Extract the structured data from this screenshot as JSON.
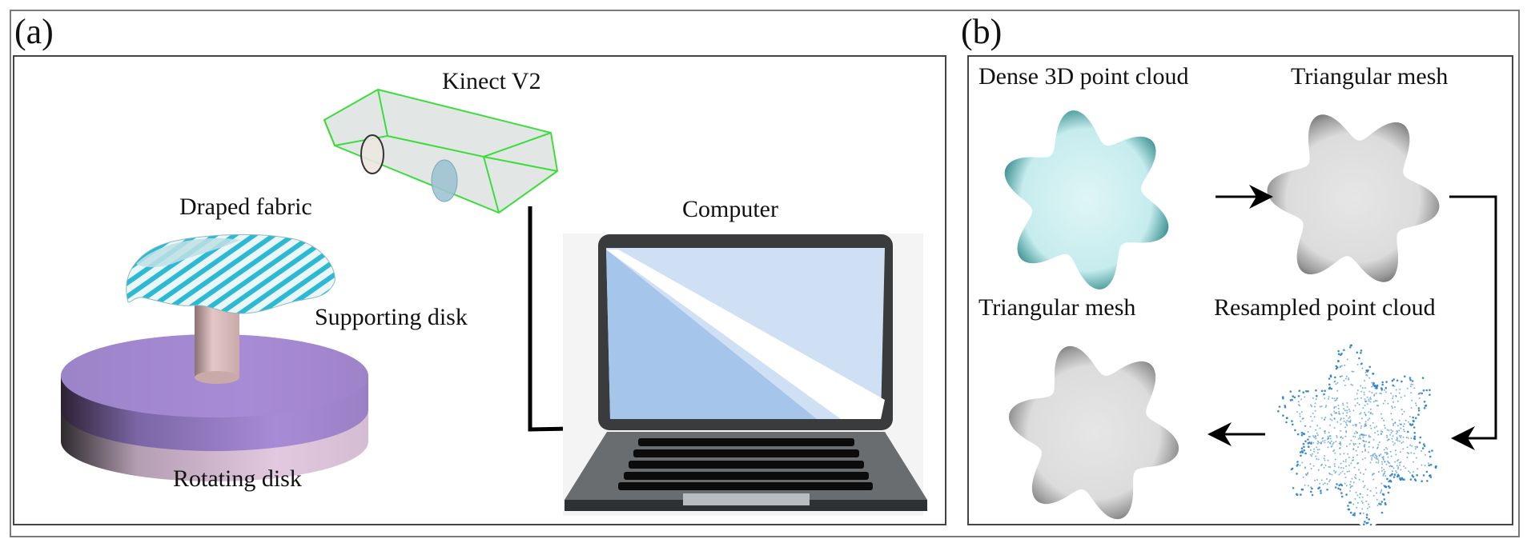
{
  "panels": {
    "a": {
      "label": "(a)",
      "captions": {
        "kinect": "Kinect V2",
        "draped_fabric": "Draped fabric",
        "computer": "Computer",
        "supporting_disk": "Supporting disk",
        "rotating_disk": "Rotating disk"
      }
    },
    "b": {
      "label": "(b)",
      "steps": [
        {
          "label": "Dense 3D point cloud",
          "kind": "point-cloud-dense"
        },
        {
          "label": "Triangular mesh",
          "kind": "mesh"
        },
        {
          "label": "Resampled point cloud",
          "kind": "point-cloud-resampled"
        },
        {
          "label": "Triangular mesh",
          "kind": "mesh"
        }
      ]
    }
  },
  "colors": {
    "kinect_outline": "#3ddc3d",
    "fabric_stripe": "#2bb9d4",
    "disk_top": "#a283cf",
    "disk_side": "#d8bcd6",
    "post": "#d9b9b9",
    "screen_light": "#cfe0f4",
    "screen_dark": "#a5c5ea",
    "laptop_body": "#5f6366",
    "dense_cloud": "#2aa6a6",
    "resampled_cloud": "#2b7fc8",
    "mesh_gray": "#8c8c8c"
  }
}
